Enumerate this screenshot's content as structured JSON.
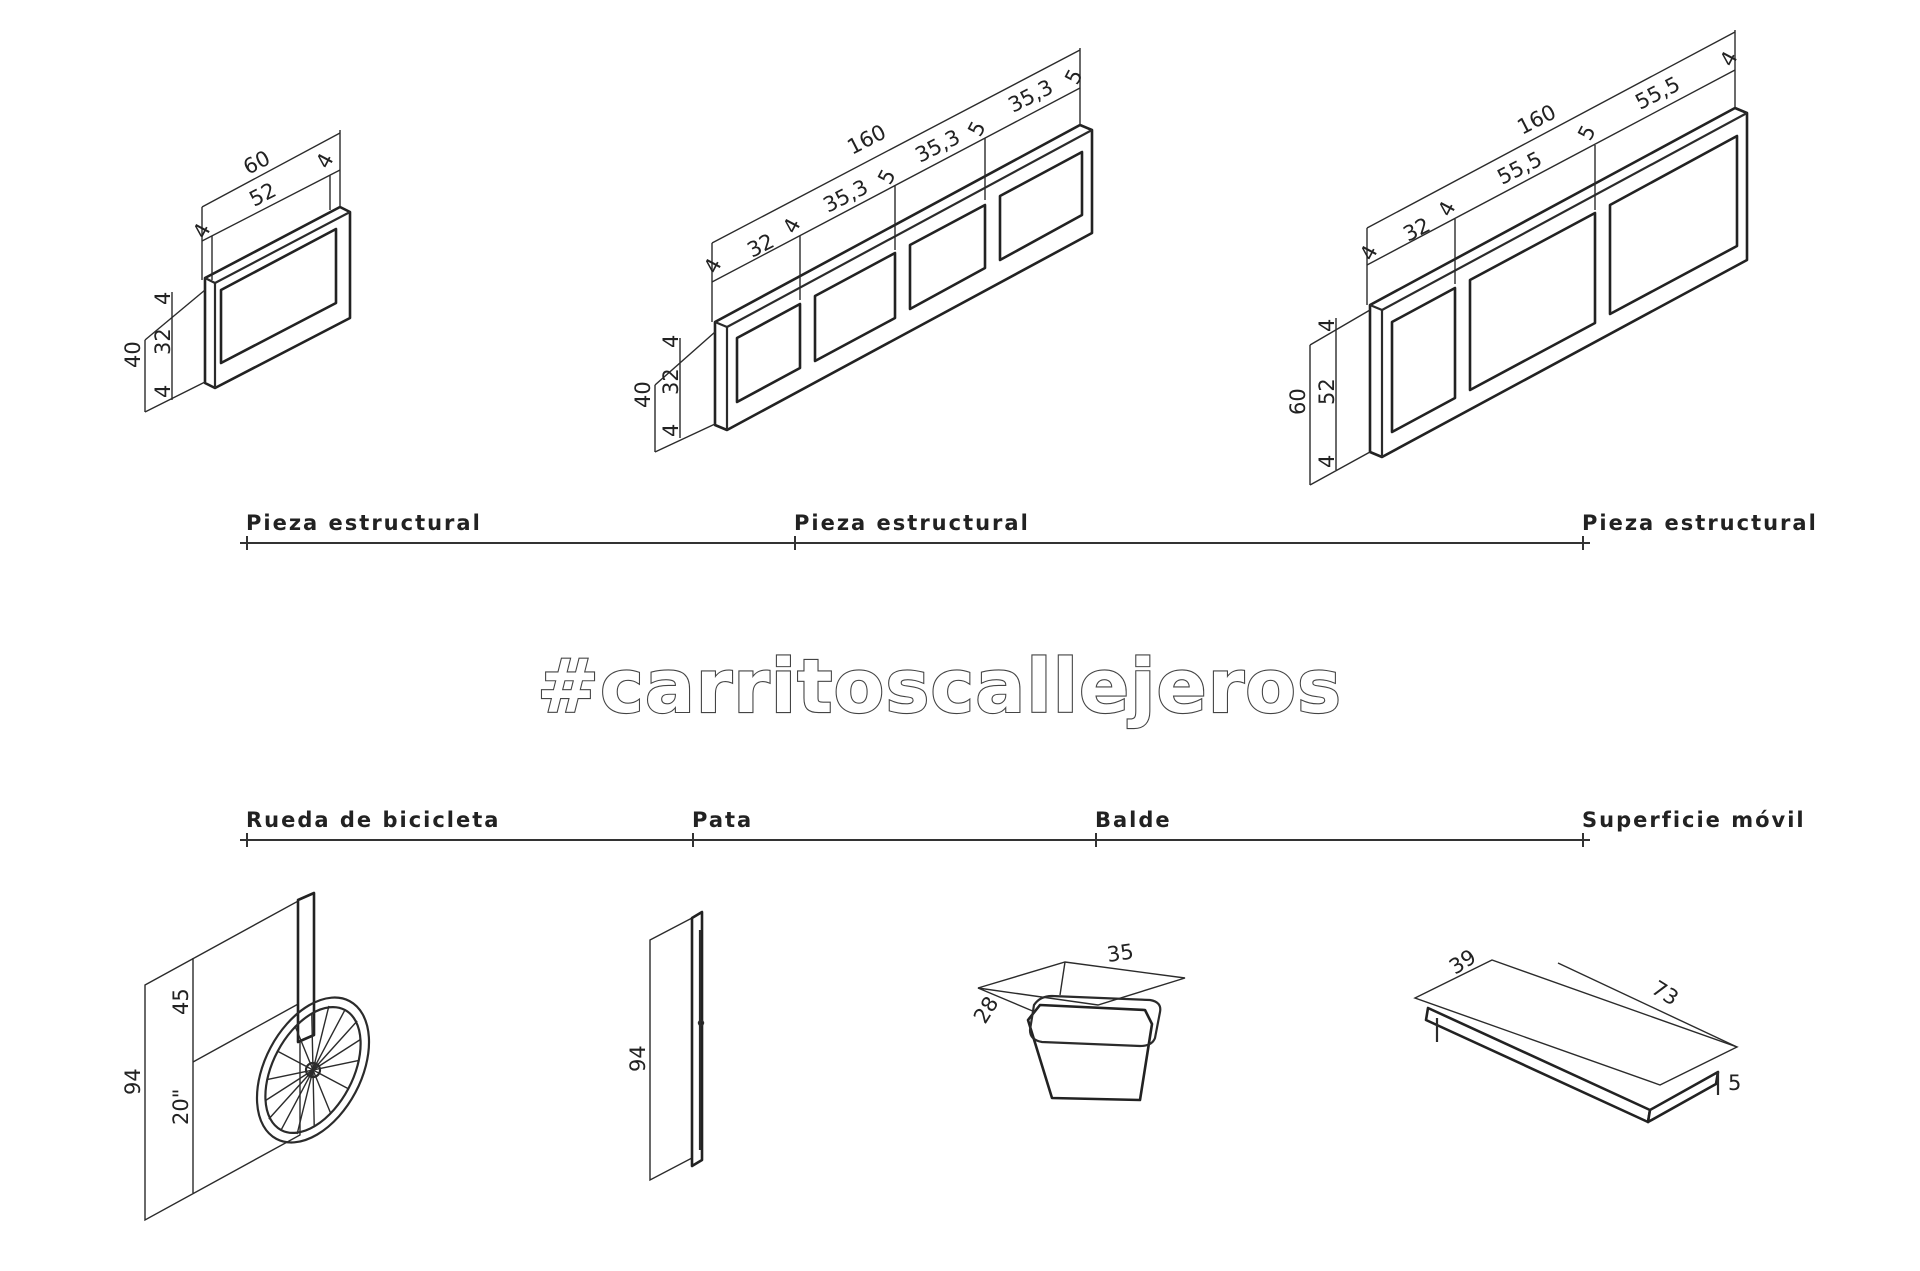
{
  "colors": {
    "line": "#2b2b2b",
    "background": "#ffffff"
  },
  "hashtag": "#carritoscallejeros",
  "pieces": [
    {
      "label": "Pieza estructural",
      "dims": {
        "total_width": "60",
        "inner_width": "52",
        "post_a": "4",
        "post_b": "4",
        "total_height": "40",
        "inner_height": "32",
        "bar_top": "4",
        "bar_bottom": "4"
      }
    },
    {
      "label": "Pieza estructural",
      "dims": {
        "total_width": "160",
        "segments": [
          "32",
          "4",
          "35,3",
          "5",
          "35,3",
          "5",
          "35,3",
          "5"
        ],
        "post_a": "4",
        "total_height": "40",
        "inner_height": "32",
        "bar_top": "4",
        "bar_bottom": "4"
      }
    },
    {
      "label": "Pieza estructural",
      "dims": {
        "total_width": "160",
        "segments": [
          "32",
          "4",
          "55,5",
          "5",
          "55,5",
          "4"
        ],
        "post_a": "4",
        "total_height": "60",
        "inner_height": "52",
        "bar_top": "4",
        "bar_bottom": "4"
      }
    }
  ],
  "components": [
    {
      "label": "Rueda de bicicleta",
      "dims": {
        "total": "94",
        "upper": "45",
        "wheel": "20\""
      }
    },
    {
      "label": "Pata",
      "dims": {
        "height": "94"
      }
    },
    {
      "label": "Balde",
      "dims": {
        "width": "35",
        "depth": "28"
      }
    },
    {
      "label": "Superficie móvil",
      "dims": {
        "depth": "39",
        "length": "73",
        "thickness": "5"
      }
    }
  ]
}
